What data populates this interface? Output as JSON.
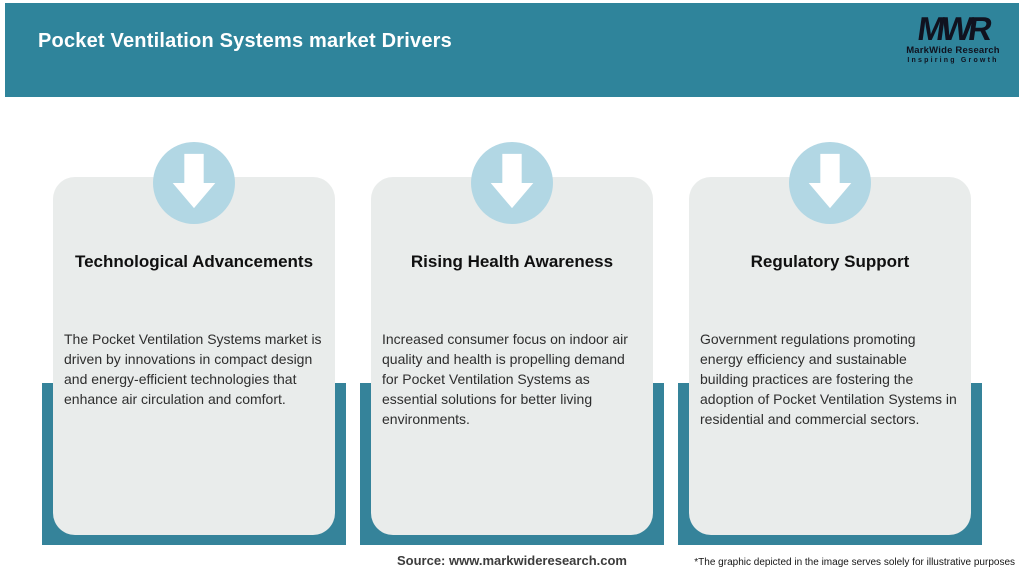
{
  "header": {
    "title": "Pocket Ventilation Systems market Drivers",
    "logo": {
      "mark": "MWR",
      "name": "MarkWide Research",
      "tagline": "Inspiring Growth"
    }
  },
  "cards": [
    {
      "icon": "down-arrow-icon",
      "title": "Technological Advancements",
      "body": "The Pocket Ventilation Systems market is driven by innovations in compact design and energy-efficient technologies that enhance air circulation and comfort."
    },
    {
      "icon": "down-arrow-icon",
      "title": "Rising Health Awareness",
      "body": "Increased consumer focus on indoor air quality and health is propelling demand for Pocket Ventilation Systems as essential solutions for better living environments."
    },
    {
      "icon": "down-arrow-icon",
      "title": "Regulatory Support",
      "body": "Government regulations promoting energy efficiency and sustainable building practices are fostering the adoption of Pocket Ventilation Systems in residential and commercial sectors."
    }
  ],
  "footer": {
    "source": "Source: www.markwideresearch.com",
    "disclaimer": "*The graphic depicted in the image serves solely for illustrative purposes"
  },
  "colors": {
    "header_teal": "#2f849b",
    "shadow_bar_teal": "#35839a",
    "circle_blue": "#b2d7e4",
    "card_gray": "#e9eceb",
    "title_text": "#ffffff",
    "logo_dark": "#10121f",
    "body_text": "#2e2e2e"
  }
}
